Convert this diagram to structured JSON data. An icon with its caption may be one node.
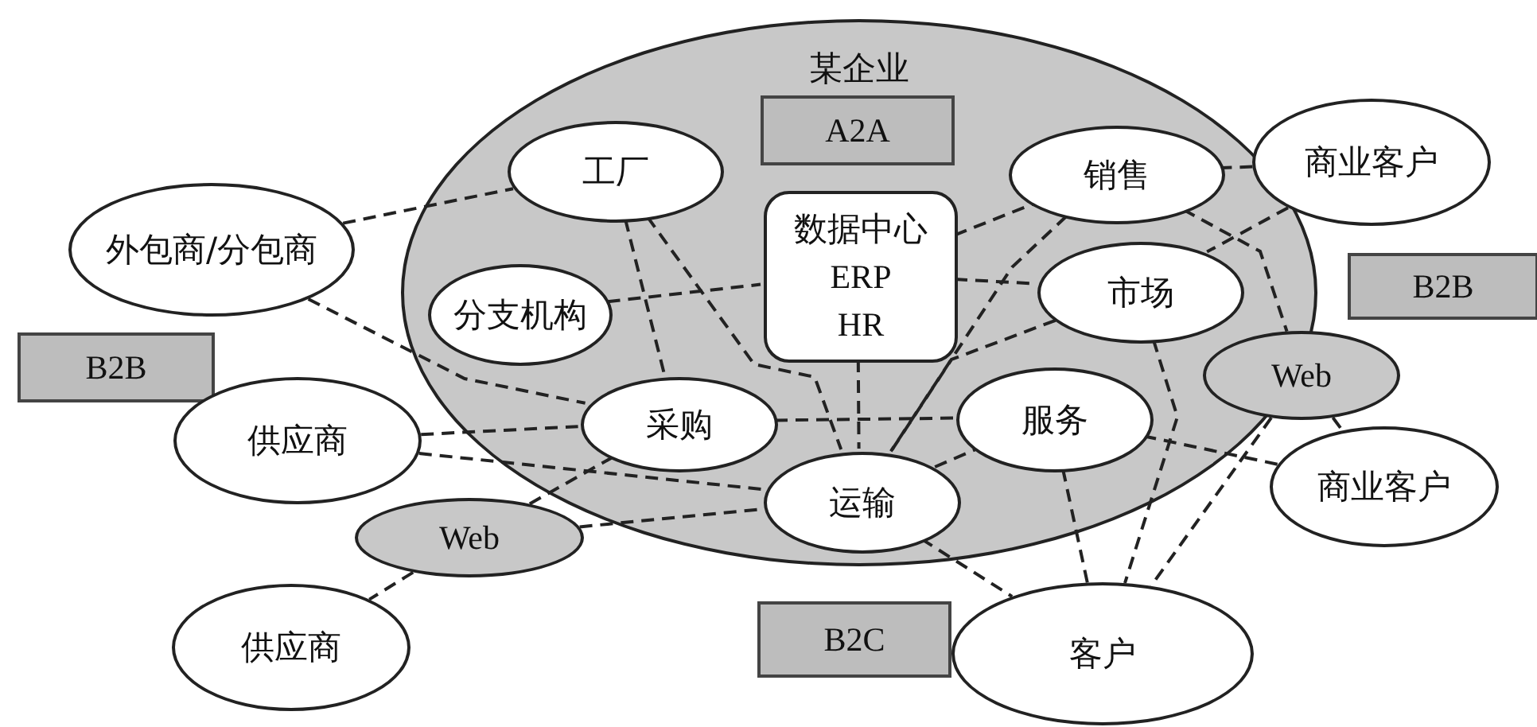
{
  "diagram": {
    "nodes": [
      {
        "text": [
          "某企业"
        ]
      },
      {
        "text": [
          "A2A"
        ],
        "in": 0
      },
      {
        "text": [
          "工厂"
        ],
        "in": 0
      },
      {
        "text": [
          "数据中心",
          "ERP",
          "HR"
        ],
        "in": 0
      },
      {
        "text": [
          "销售"
        ],
        "in": 0
      },
      {
        "text": [
          "分支机构"
        ],
        "in": 0
      },
      {
        "text": [
          "市场"
        ],
        "in": 0
      },
      {
        "text": [
          "采购"
        ],
        "in": 0
      },
      {
        "text": [
          "服务"
        ],
        "in": 0
      },
      {
        "text": [
          "运输"
        ],
        "in": 0
      },
      {
        "text": [
          "Web"
        ]
      },
      {
        "text": [
          "外包商/分包商"
        ]
      },
      {
        "text": [
          "B2B"
        ]
      },
      {
        "text": [
          "供应商"
        ]
      },
      {
        "text": [
          "Web"
        ]
      },
      {
        "text": [
          "供应商"
        ]
      },
      {
        "text": [
          "B2B"
        ]
      },
      {
        "text": [
          "商业客户"
        ]
      },
      {
        "text": [
          "商业客户"
        ]
      },
      {
        "text": [
          "B2C"
        ]
      },
      {
        "text": [
          "客户"
        ]
      }
    ],
    "edges": [
      {
        "from": 11,
        "to": 2,
        "arrow": "none",
        "style": "dashed"
      },
      {
        "from": 11,
        "to": 7,
        "arrow": "none",
        "style": "dashed"
      },
      {
        "from": 2,
        "to": 7,
        "arrow": "none",
        "style": "dashed"
      },
      {
        "from": 2,
        "to": 9,
        "arrow": "none",
        "style": "dashed"
      },
      {
        "from": 5,
        "to": 3,
        "arrow": "none",
        "style": "dashed"
      },
      {
        "from": 3,
        "to": 4,
        "arrow": "none",
        "style": "dashed"
      },
      {
        "from": 3,
        "to": 6,
        "arrow": "none",
        "style": "dashed"
      },
      {
        "from": 3,
        "to": 9,
        "arrow": "none",
        "style": "dashed"
      },
      {
        "from": 4,
        "to": 9,
        "arrow": "none",
        "style": "dashed"
      },
      {
        "from": 6,
        "to": 9,
        "arrow": "none",
        "style": "dashed"
      },
      {
        "from": 4,
        "to": 10,
        "arrow": "none",
        "style": "dashed"
      },
      {
        "from": 17,
        "to": 4,
        "arrow": "none",
        "style": "dashed"
      },
      {
        "from": 17,
        "to": 6,
        "arrow": "none",
        "style": "dashed"
      },
      {
        "from": 6,
        "to": 20,
        "arrow": "none",
        "style": "dashed"
      },
      {
        "from": 10,
        "to": 20,
        "arrow": "none",
        "style": "dashed"
      },
      {
        "from": 10,
        "to": 18,
        "arrow": "none",
        "style": "dashed"
      },
      {
        "from": 8,
        "to": 18,
        "arrow": "none",
        "style": "dashed"
      },
      {
        "from": 8,
        "to": 20,
        "arrow": "none",
        "style": "dashed"
      },
      {
        "from": 9,
        "to": 20,
        "arrow": "none",
        "style": "dashed"
      },
      {
        "from": 7,
        "to": 8,
        "arrow": "none",
        "style": "dashed"
      },
      {
        "from": 9,
        "to": 8,
        "arrow": "none",
        "style": "dashed"
      },
      {
        "from": 13,
        "to": 7,
        "arrow": "none",
        "style": "dashed"
      },
      {
        "from": 13,
        "to": 9,
        "arrow": "none",
        "style": "dashed"
      },
      {
        "from": 14,
        "to": 7,
        "arrow": "none",
        "style": "dashed"
      },
      {
        "from": 14,
        "to": 9,
        "arrow": "none",
        "style": "dashed"
      },
      {
        "from": 14,
        "to": 15,
        "arrow": "none",
        "style": "dashed"
      }
    ]
  }
}
